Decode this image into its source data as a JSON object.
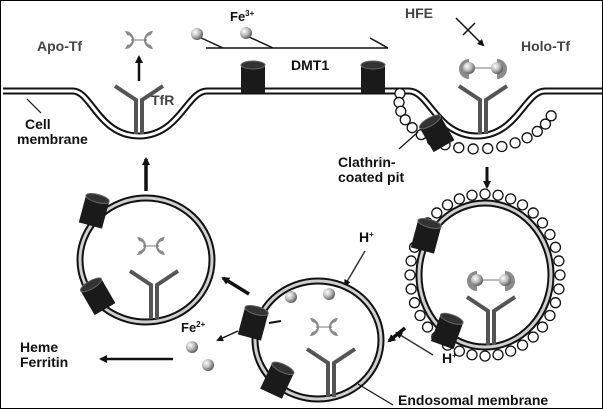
{
  "diagram": {
    "title": "Transferrin receptor iron uptake cycle",
    "labels": {
      "apo_tf": "Apo-Tf",
      "holo_tf": "Holo-Tf",
      "tfr": "TfR",
      "fe3": "Fe",
      "fe3_charge": "3+",
      "fe2": "Fe",
      "fe2_charge": "2+",
      "dmt1": "DMT1",
      "hfe": "HFE",
      "cell_membrane_1": "Cell",
      "cell_membrane_2": "membrane",
      "clathrin_1": "Clathrin-",
      "clathrin_2": "coated pit",
      "h_plus_top": "H",
      "h_plus_bottom": "H",
      "h_charge": "+",
      "heme": "Heme",
      "ferritin": "Ferritin",
      "endosomal_membrane": "Endosomal membrane"
    },
    "colors": {
      "membrane": "#111111",
      "membrane_fill": "#cfcfcf",
      "receptor": "#555555",
      "transferrin": "#8a8a8a",
      "channel": "#1a1a1a",
      "iron": "#b0b0b0"
    }
  }
}
